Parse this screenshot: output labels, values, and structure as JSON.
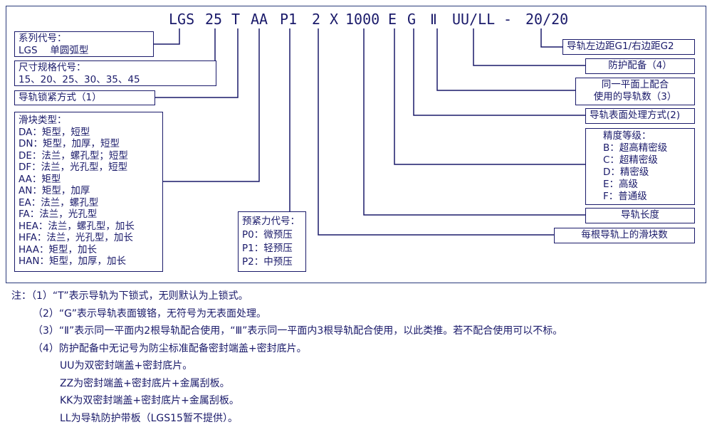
{
  "model_code": [
    "LGS",
    "25",
    "T",
    "AA",
    "P1",
    "2",
    "X",
    "1000",
    "E",
    "G",
    "Ⅱ",
    "UU/LL",
    "-",
    "20/20"
  ],
  "left_boxes": {
    "series": [
      "系列代号：",
      "LGS　 单圆弧型"
    ],
    "size": [
      "尺寸规格代号：",
      "15、20、25、30、35、45"
    ],
    "lock": [
      "导轨锁紧方式（1）"
    ],
    "block": [
      "滑块类型：",
      "DA：矩型，短型",
      "DN：矩型，加厚，短型",
      "DE：法兰，螺孔型；短型",
      "DF：法兰，光孔型，短型",
      "AA：矩型",
      "AN：矩型，加厚",
      "EA：法兰，螺孔型",
      "FA：法兰，光孔型",
      "HEA：法兰，螺孔型，加长",
      "HFA：法兰，光孔型，加长",
      "HAA：矩型，加长",
      "HAN：矩型，加厚，加长"
    ]
  },
  "preload_box": [
    "预紧力代号：",
    "P0：微预压",
    "P1：轻预压",
    "P2：中预压"
  ],
  "right_boxes": {
    "margin": [
      "导轨左边距G1/右边距G2"
    ],
    "protect": [
      "防护配备（4）"
    ],
    "same_plane": [
      "同一平面上配合",
      "使用的导轨数（3）"
    ],
    "surface": [
      "导轨表面处理方式(2)"
    ],
    "accuracy": [
      "精度等级：",
      "B：超高精密级",
      "C：超精密级",
      "D：精密级",
      "E：高级",
      "F：普通级"
    ],
    "length": [
      "导轨长度"
    ],
    "blocks_per_rail": [
      "每根导轨上的滑块数"
    ]
  },
  "notes": [
    "注：（1）“T”表示导轨为下锁式，无则默认为上锁式。",
    "（2）“G”表示导轨表面镀铬，无符号为无表面处理。",
    "（3）“Ⅱ”表示同一平面内2根导轨配合使用，“Ⅲ”表示同一平面内3根导轨配合使用，以此类推。若不配合使用可以不标。",
    "（4）防护配备中无记号为防尘标准配备密封端盖+密封底片。",
    "UU为双密封端盖+密封底片。",
    "ZZ为密封端盖+密封底片+金属刮板。",
    "KK为双密封端盖+密封底片+金属刮板。",
    "LL为导轨防护带板（LGS15暂不提供）。"
  ],
  "colors": {
    "ink": "#1a1a6a",
    "frame": "#2a3a7a",
    "background": "#ffffff"
  }
}
